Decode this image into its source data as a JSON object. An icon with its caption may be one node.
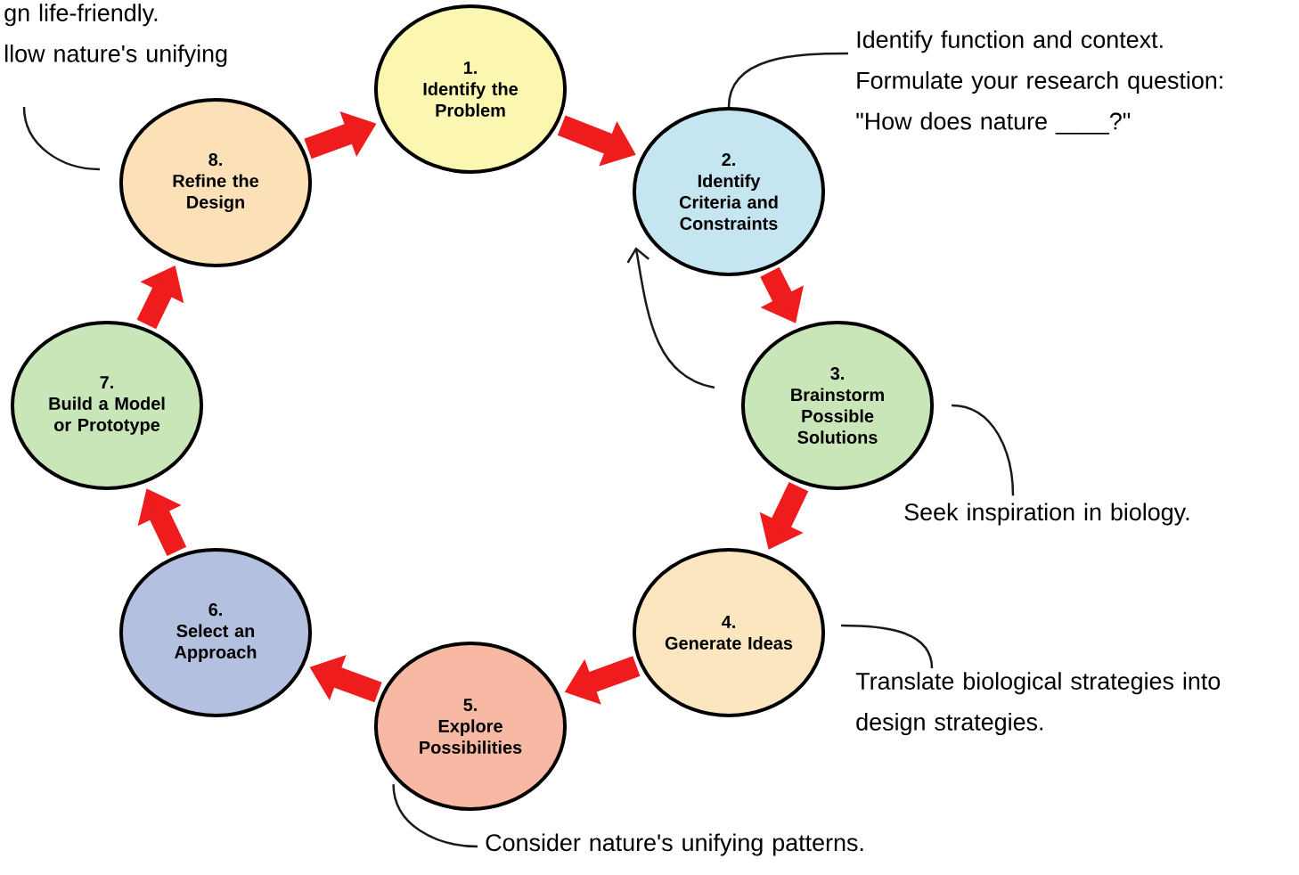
{
  "diagram": {
    "nodes": [
      {
        "text": [
          "1.",
          "Identify the Problem"
        ]
      },
      {
        "text": [
          "2.",
          "Identify Criteria and Constraints"
        ]
      },
      {
        "text": [
          "3.",
          "Brainstorm Possible Solutions"
        ]
      },
      {
        "text": [
          "4.",
          "Generate Ideas"
        ]
      },
      {
        "text": [
          "5.",
          "Explore Possibilities"
        ]
      },
      {
        "text": [
          "6.",
          "Select an Approach"
        ]
      },
      {
        "text": [
          "7.",
          "Build a Model or Prototype"
        ]
      },
      {
        "text": [
          "8.",
          "Refine the Design"
        ]
      },
      {
        "text": [
          "Identify function and context. Formulate your research question: \"How does nature ____?\""
        ]
      },
      {
        "text": [
          "Seek inspiration in biology."
        ]
      },
      {
        "text": [
          "Translate biological strategies into design strategies."
        ]
      },
      {
        "text": [
          "Consider nature's unifying patterns."
        ]
      },
      {
        "text": [
          "gn life-friendly.",
          "llow nature's unifying"
        ]
      }
    ],
    "edges": [
      {
        "from": 0,
        "to": 1,
        "arrow": "to"
      },
      {
        "from": 1,
        "to": 2,
        "arrow": "to"
      },
      {
        "from": 2,
        "to": 3,
        "arrow": "to"
      },
      {
        "from": 3,
        "to": 4,
        "arrow": "to"
      },
      {
        "from": 4,
        "to": 5,
        "arrow": "to"
      },
      {
        "from": 5,
        "to": 6,
        "arrow": "to"
      },
      {
        "from": 6,
        "to": 7,
        "arrow": "to"
      },
      {
        "from": 7,
        "to": 0,
        "arrow": "to"
      },
      {
        "from": 8,
        "to": 1,
        "arrow": "none",
        "color": "#1a1a1a"
      },
      {
        "from": 9,
        "to": 2,
        "arrow": "none",
        "color": "#1a1a1a"
      },
      {
        "from": 10,
        "to": 3,
        "arrow": "none",
        "color": "#1a1a1a"
      },
      {
        "from": 11,
        "to": 4,
        "arrow": "none",
        "color": "#1a1a1a"
      },
      {
        "from": 12,
        "to": 7,
        "arrow": "none",
        "color": "#1a1a1a"
      },
      {
        "from": 2,
        "to": 1,
        "arrow": "to",
        "color": "#1a1a1a"
      }
    ]
  }
}
